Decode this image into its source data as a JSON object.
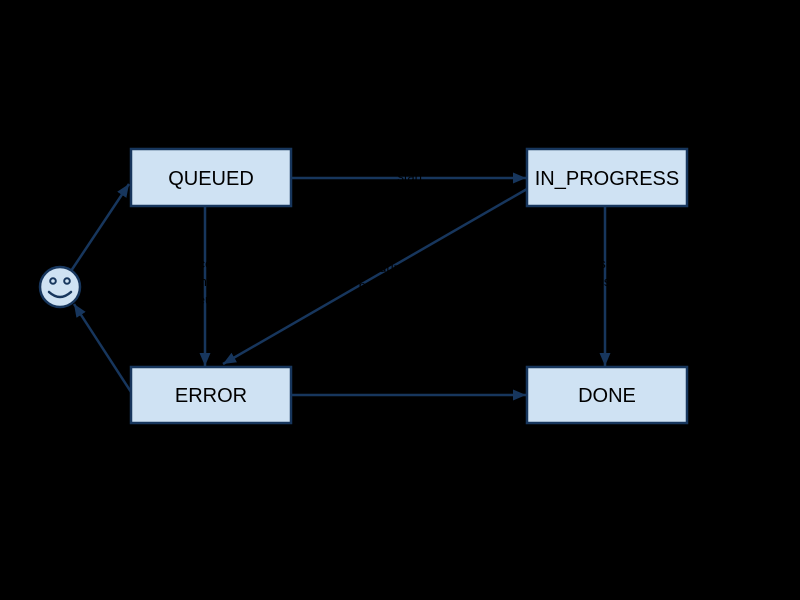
{
  "diagram": {
    "type": "state-machine",
    "background_color": "#000000",
    "edge_color": "#17365d",
    "node_fill_color": "#cfe2f3",
    "node_border_color": "#17365d",
    "node_text_color": "#000000",
    "edge_label_color": "#000000",
    "nodes": {
      "start": {
        "icon": "smiley-face-icon"
      },
      "queued": {
        "label": "QUEUED"
      },
      "in_progress": {
        "label": "IN_PROGRESS"
      },
      "error": {
        "label": "ERROR"
      },
      "done": {
        "label": "DONE"
      }
    },
    "edges": {
      "start_to_queued": {
        "from": "start",
        "to": "queued"
      },
      "queued_to_in_progress": {
        "from": "queued",
        "to": "in_progress",
        "label_lines": [
          "start"
        ]
      },
      "queued_to_error": {
        "from": "queued",
        "to": "error",
        "label_lines": [
          "cancelled",
          "while",
          "queued"
        ]
      },
      "in_progress_to_error": {
        "from": "in_progress",
        "to": "error",
        "label_lines": [
          "failed",
          "during",
          "processing"
        ]
      },
      "in_progress_to_done": {
        "from": "in_progress",
        "to": "done",
        "label_lines": [
          "finished",
          "successfully"
        ]
      },
      "error_to_done": {
        "from": "error",
        "to": "done"
      },
      "error_to_start": {
        "from": "error",
        "to": "start"
      }
    }
  }
}
